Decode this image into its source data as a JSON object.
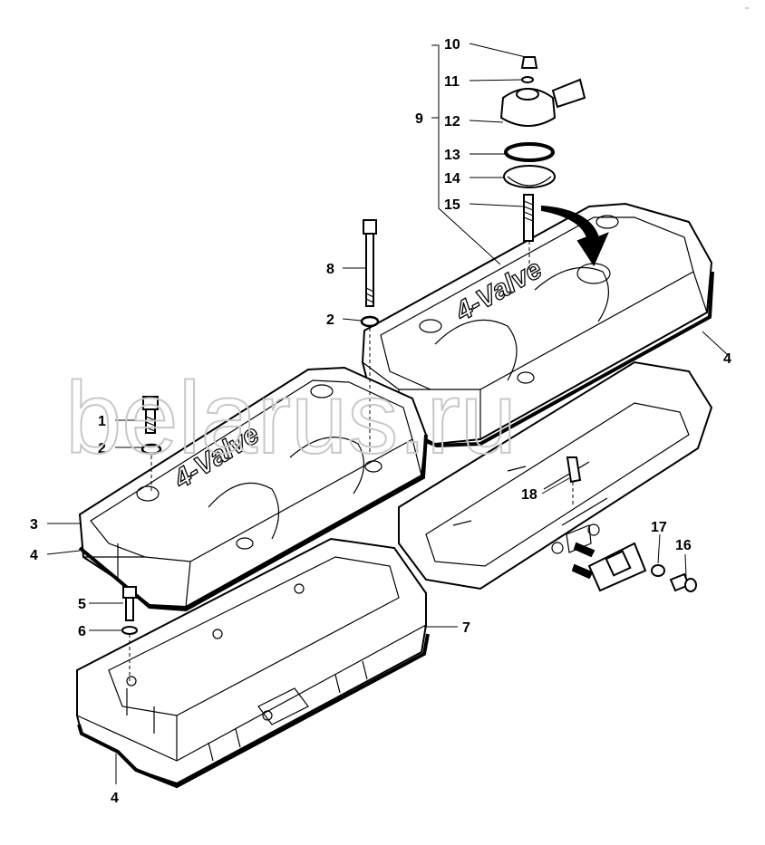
{
  "callouts": [
    "10",
    "11",
    "9",
    "12",
    "13",
    "14",
    "15",
    "8",
    "2",
    "4",
    "1",
    "2",
    "3",
    "4",
    "18",
    "17",
    "16",
    "5",
    "6",
    "7",
    "4"
  ],
  "watermark": "belarus.ru",
  "corner_mark": "v1",
  "cover_logo": "4-Valve"
}
